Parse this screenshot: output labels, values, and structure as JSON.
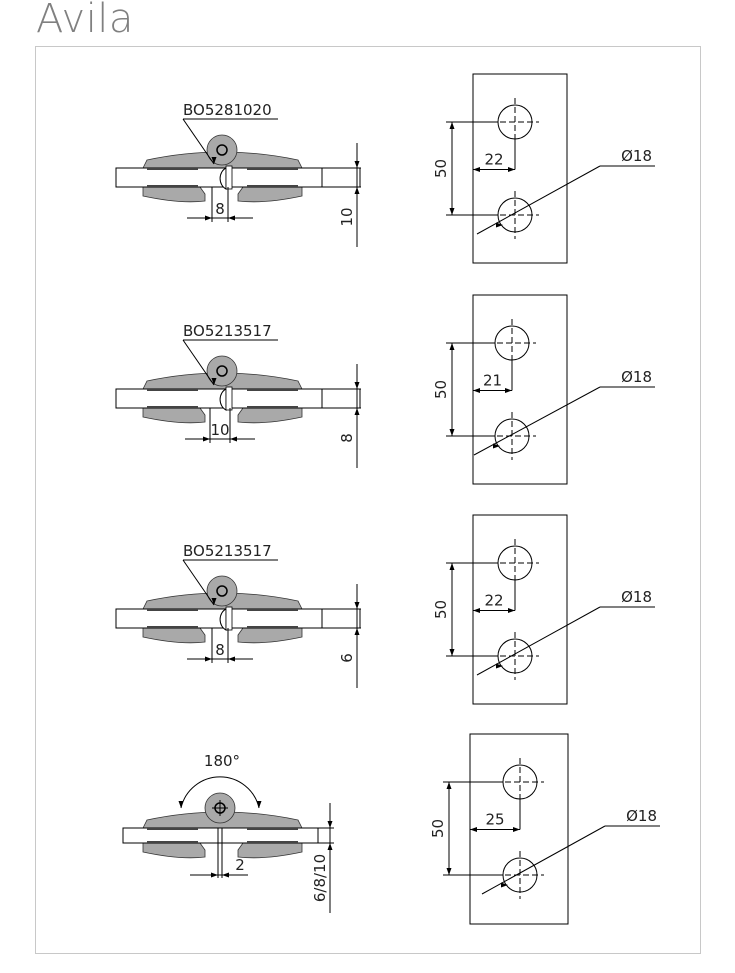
{
  "title": "Avila",
  "rows": [
    {
      "part": "BO5281020",
      "gap": "8",
      "thickness": "10",
      "spacing": "50",
      "offset": "22",
      "diameter": "Ø18"
    },
    {
      "part": "BO5213517",
      "gap": "10",
      "thickness": "8",
      "spacing": "50",
      "offset": "21",
      "diameter": "Ø18"
    },
    {
      "part": "BO5213517",
      "gap": "8",
      "thickness": "6",
      "spacing": "50",
      "offset": "22",
      "diameter": "Ø18"
    },
    {
      "angle": "180°",
      "gap": "2",
      "thickness": "6/8/10",
      "spacing": "50",
      "offset": "25",
      "diameter": "Ø18"
    }
  ],
  "colors": {
    "metal": "#a9a9a9",
    "line": "#000000",
    "title": "#808080",
    "frame": "#c8c8c8"
  }
}
